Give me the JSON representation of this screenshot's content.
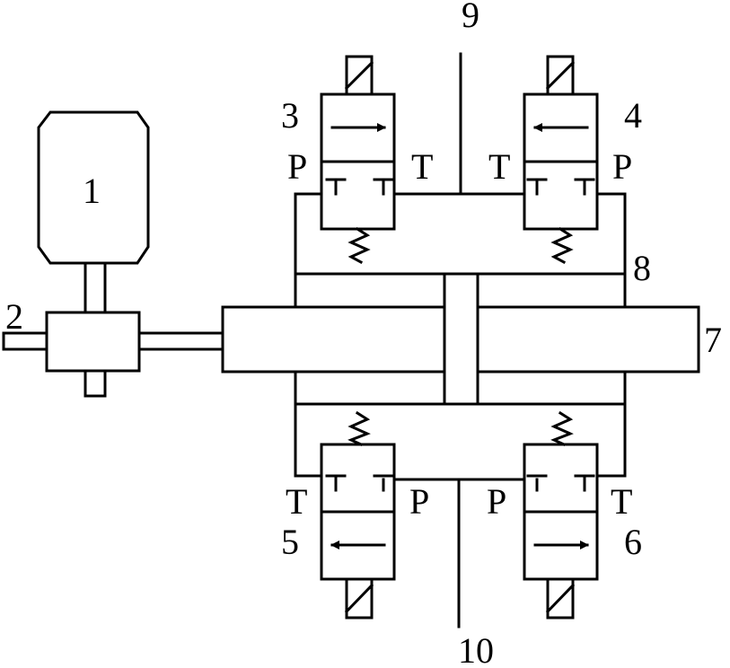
{
  "labels": {
    "n1": "1",
    "n2": "2",
    "n3": "3",
    "n4": "4",
    "n5": "5",
    "n6": "6",
    "n7": "7",
    "n8": "8",
    "n9": "9",
    "n10": "10"
  },
  "ports": {
    "v3_p": "P",
    "v3_t": "T",
    "v4_t": "T",
    "v4_p": "P",
    "v5_t": "T",
    "v5_p": "P",
    "v6_p": "P",
    "v6_t": "T"
  }
}
